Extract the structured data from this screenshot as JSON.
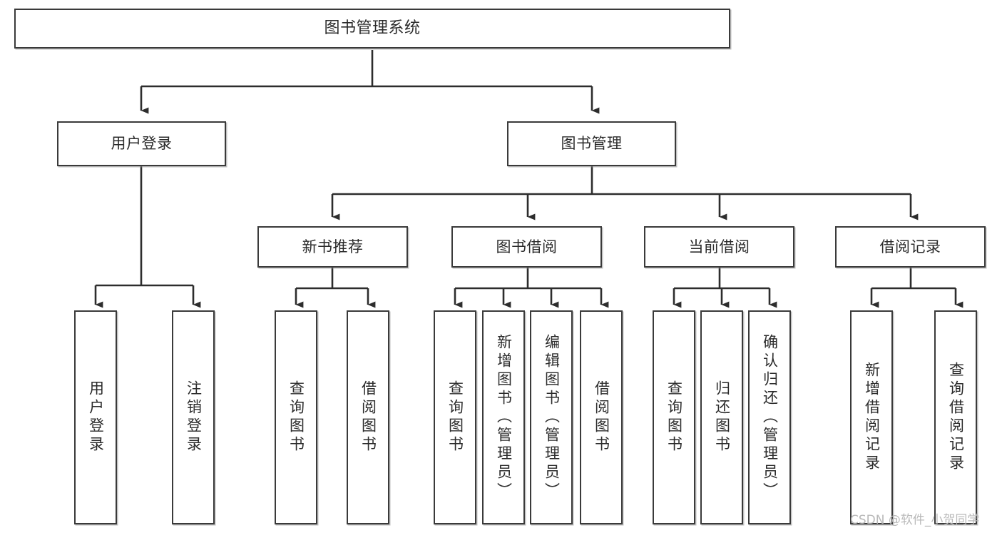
{
  "diagram": {
    "type": "tree",
    "title": "图书管理系统",
    "orientation": "top-down",
    "style": {
      "box_fill": "#ffffff",
      "box_border": "#3a3a3a",
      "connector": "#2d2d2d",
      "text": "#2b2b2b",
      "background": "#ffffff",
      "watermark_color": "#b9b9b9"
    },
    "nodes": {
      "root": {
        "label": "图书管理系统",
        "level": 0,
        "orientation": "horizontal"
      },
      "l1_0": {
        "label": "用户登录",
        "level": 1,
        "orientation": "horizontal"
      },
      "l1_1": {
        "label": "图书管理",
        "level": 1,
        "orientation": "horizontal"
      },
      "l2_0": {
        "label": "新书推荐",
        "level": 2,
        "orientation": "horizontal"
      },
      "l2_1": {
        "label": "图书借阅",
        "level": 2,
        "orientation": "horizontal"
      },
      "l2_2": {
        "label": "当前借阅",
        "level": 2,
        "orientation": "horizontal"
      },
      "l2_3": {
        "label": "借阅记录",
        "level": 2,
        "orientation": "horizontal"
      },
      "leaf_0": {
        "label": "用户登录",
        "level": 3,
        "orientation": "vertical",
        "parent": "用户登录"
      },
      "leaf_1": {
        "label": "注销登录",
        "level": 3,
        "orientation": "vertical",
        "parent": "用户登录"
      },
      "leaf_2": {
        "label": "查询图书",
        "level": 3,
        "orientation": "vertical",
        "parent": "新书推荐"
      },
      "leaf_3": {
        "label": "借阅图书",
        "level": 3,
        "orientation": "vertical",
        "parent": "新书推荐"
      },
      "leaf_4": {
        "label": "查询图书",
        "level": 3,
        "orientation": "vertical",
        "parent": "图书借阅"
      },
      "leaf_5": {
        "label": "新增图书（管理员）",
        "level": 3,
        "orientation": "vertical",
        "parent": "图书借阅"
      },
      "leaf_6": {
        "label": "编辑图书（管理员）",
        "level": 3,
        "orientation": "vertical",
        "parent": "图书借阅"
      },
      "leaf_7": {
        "label": "借阅图书",
        "level": 3,
        "orientation": "vertical",
        "parent": "图书借阅"
      },
      "leaf_8": {
        "label": "查询图书",
        "level": 3,
        "orientation": "vertical",
        "parent": "当前借阅"
      },
      "leaf_9": {
        "label": "归还图书",
        "level": 3,
        "orientation": "vertical",
        "parent": "当前借阅"
      },
      "leaf_10": {
        "label": "确认归还（管理员）",
        "level": 3,
        "orientation": "vertical",
        "parent": "当前借阅"
      },
      "leaf_11": {
        "label": "新增借阅记录",
        "level": 3,
        "orientation": "vertical",
        "parent": "借阅记录"
      },
      "leaf_12": {
        "label": "查询借阅记录",
        "level": 3,
        "orientation": "vertical",
        "parent": "借阅记录"
      }
    },
    "edges": [
      {
        "from": "图书管理系统",
        "to": "用户登录"
      },
      {
        "from": "图书管理系统",
        "to": "图书管理"
      },
      {
        "from": "图书管理",
        "to": "新书推荐"
      },
      {
        "from": "图书管理",
        "to": "图书借阅"
      },
      {
        "from": "图书管理",
        "to": "当前借阅"
      },
      {
        "from": "图书管理",
        "to": "借阅记录"
      },
      {
        "from": "用户登录",
        "to": "用户登录"
      },
      {
        "from": "用户登录",
        "to": "注销登录"
      },
      {
        "from": "新书推荐",
        "to": "查询图书"
      },
      {
        "from": "新书推荐",
        "to": "借阅图书"
      },
      {
        "from": "图书借阅",
        "to": "查询图书"
      },
      {
        "from": "图书借阅",
        "to": "新增图书（管理员）"
      },
      {
        "from": "图书借阅",
        "to": "编辑图书（管理员）"
      },
      {
        "from": "图书借阅",
        "to": "借阅图书"
      },
      {
        "from": "当前借阅",
        "to": "查询图书"
      },
      {
        "from": "当前借阅",
        "to": "归还图书"
      },
      {
        "from": "当前借阅",
        "to": "确认归还（管理员）"
      },
      {
        "from": "借阅记录",
        "to": "新增借阅记录"
      },
      {
        "from": "借阅记录",
        "to": "查询借阅记录"
      }
    ]
  },
  "watermark": {
    "text": "CSDN @软件_小贺同学"
  }
}
